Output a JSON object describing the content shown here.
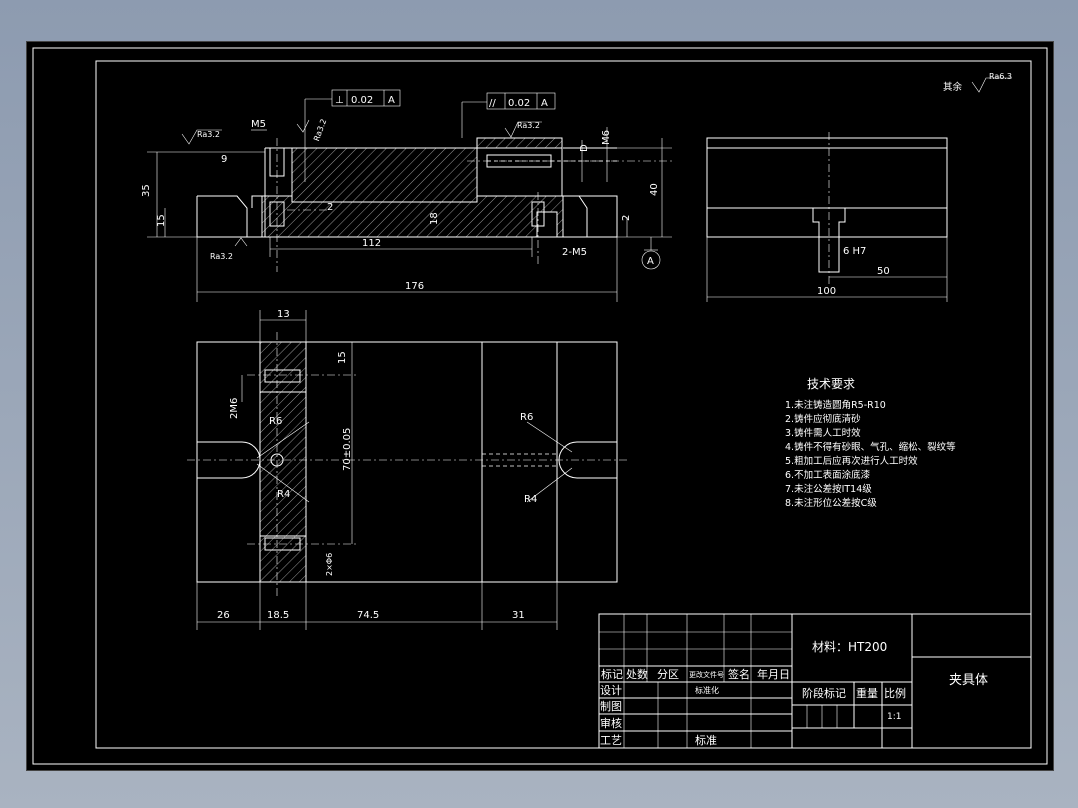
{
  "surface_roughness_note": {
    "prefix": "其余",
    "value": "Ra6.3"
  },
  "front_view": {
    "tolerance_frame_1": {
      "symbol": "⊥",
      "value": "0.02",
      "datum": "A"
    },
    "tolerance_frame_2": {
      "symbol": "//",
      "value": "0.02",
      "datum": "A"
    },
    "roughness_left": "Ra3.2",
    "roughness_mid": "Ra3.2",
    "roughness_top": "Ra3.2",
    "roughness_bottom": "Ra3.2",
    "datum_label": "A",
    "dim_m5": "M5",
    "dim_m6": "M6",
    "dim_9": "9",
    "dim_35": "35",
    "dim_15": "15",
    "dim_2_left": "2",
    "dim_18": "18",
    "dim_112": "112",
    "dim_2m5": "2-M5",
    "dim_176": "176",
    "dim_d": "D",
    "dim_40": "40",
    "dim_2_right": "2"
  },
  "side_view": {
    "dim_6h7": "6 H7",
    "dim_50": "50",
    "dim_100": "100"
  },
  "top_view": {
    "dim_13": "13",
    "dim_15": "15",
    "dim_2m6": "2M6",
    "dim_r6_left": "R6",
    "dim_r4_left": "R4",
    "dim_r6_right": "R6",
    "dim_r4_right": "R4",
    "dim_70": "70±0.05",
    "dim_2x6": "2×Φ6",
    "dim_26": "26",
    "dim_18_5": "18.5",
    "dim_74_5": "74.5",
    "dim_31": "31"
  },
  "tech_requirements": {
    "title": "技术要求",
    "items": [
      "1.未注铸造圆角R5-R10",
      "2.铸件应彻底清砂",
      "3.铸件需人工时效",
      "4.铸件不得有砂眼、气孔、缩松、裂纹等",
      "5.粗加工后应再次进行人工时效",
      "6.不加工表面涂底漆",
      "7.未注公差按IT14级",
      "8.未注形位公差按C级"
    ]
  },
  "title_block": {
    "material": "材料：HT200",
    "part_name": "夹具体",
    "headers": [
      "标记",
      "处数",
      "分区",
      "更改文件号",
      "签名",
      "年月日"
    ],
    "rows": [
      "设计",
      "制图",
      "审核",
      "工艺"
    ],
    "standardize": "标准化",
    "approve": "标准",
    "stage_mark": "阶段标记",
    "weight": "重量",
    "scale_label": "比例",
    "scale": "1:1"
  }
}
